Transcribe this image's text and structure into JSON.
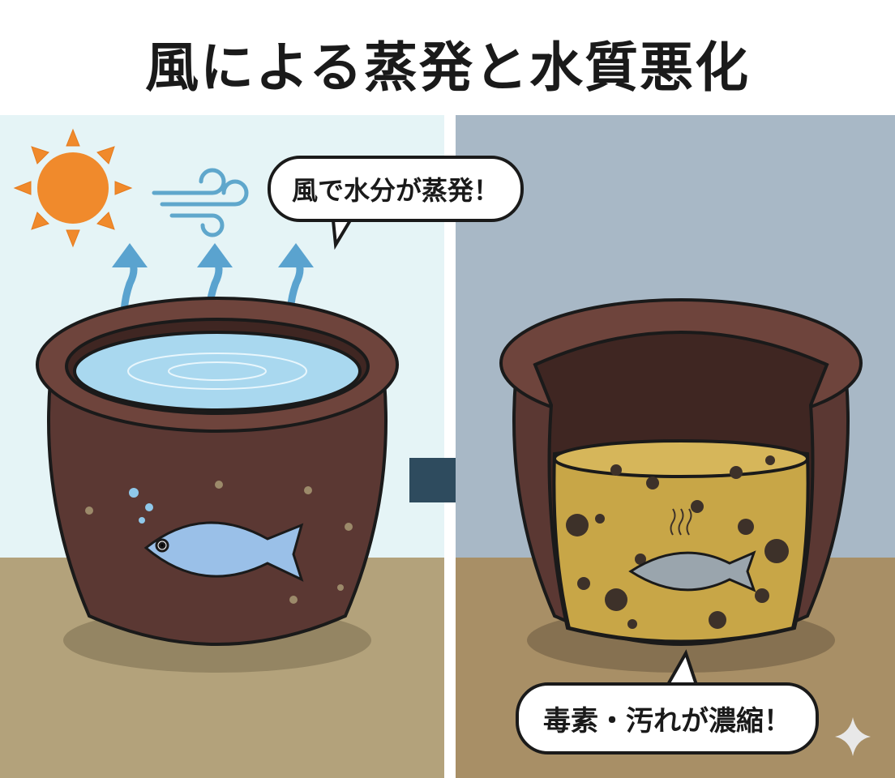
{
  "title": "風による蒸発と水質悪化",
  "left_panel": {
    "bubble": "風で水分が蒸発！"
  },
  "right_panel": {
    "bubble": "毒素・汚れが濃縮！"
  },
  "colors": {
    "sky_left": "#e5f4f6",
    "ground_left": "#b3a27b",
    "sky_right": "#a8b8c6",
    "ground_right": "#a88f66",
    "pot": "#5b3833",
    "water": "#a9d8ef",
    "dirty_water": "#c8a647",
    "arrow": "#2e4b5e",
    "sun": "#f08a2c"
  }
}
